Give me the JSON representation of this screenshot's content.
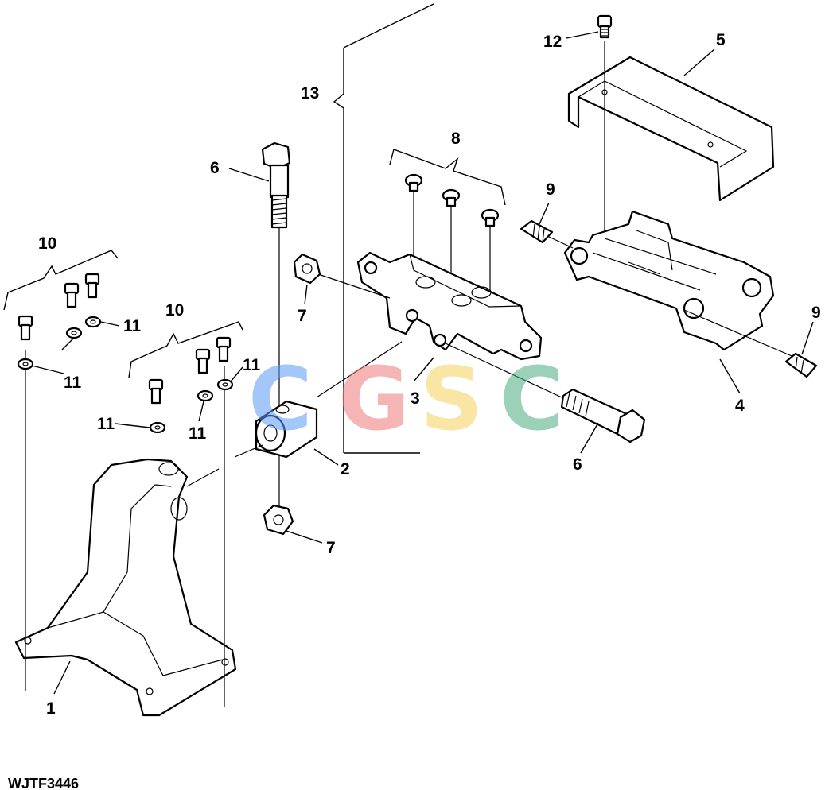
{
  "figure_id": "WJTF3446",
  "watermark": {
    "letters": [
      "C",
      "G",
      "S",
      "C"
    ],
    "colors": [
      "#5b9bf5",
      "#f07a7a",
      "#f5d25a",
      "#4aae7e"
    ]
  },
  "callouts": {
    "c1": "1",
    "c2": "2",
    "c3": "3",
    "c4": "4",
    "c5": "5",
    "c6a": "6",
    "c6b": "6",
    "c7a": "7",
    "c7b": "7",
    "c8": "8",
    "c9a": "9",
    "c9b": "9",
    "c10a": "10",
    "c10b": "10",
    "c11a": "11",
    "c11b": "11",
    "c11c": "11",
    "c11d": "11",
    "c11e": "11",
    "c12": "12",
    "c13": "13"
  }
}
